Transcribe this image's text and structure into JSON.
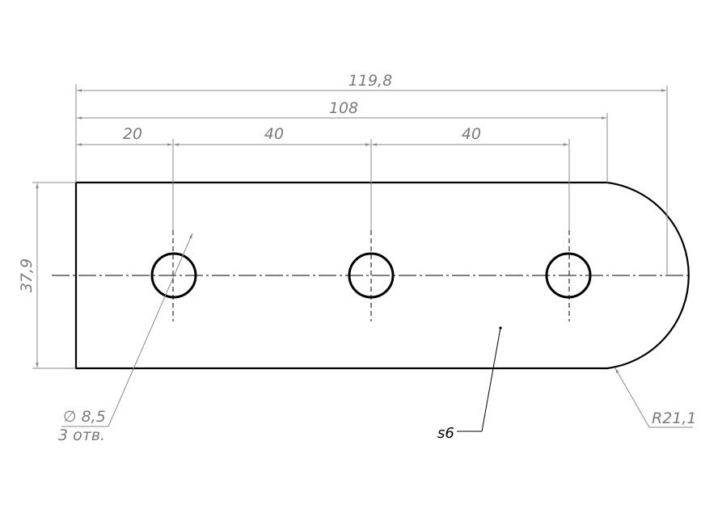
{
  "drawing": {
    "dimensions": {
      "overall_length": "119,8",
      "length_to_arc": "108",
      "first_hole": "20",
      "hole_spacing_1": "40",
      "hole_spacing_2": "40",
      "height": "37,9"
    },
    "hole_callout": {
      "diameter": "∅ 8,5",
      "count": "3 отв."
    },
    "radius_callout": "R21,1",
    "thickness_callout": "s6",
    "colors": {
      "part_outline": "#000000",
      "dimension": "#8a8a8a",
      "dimension_text": "#7a7a7a"
    }
  }
}
